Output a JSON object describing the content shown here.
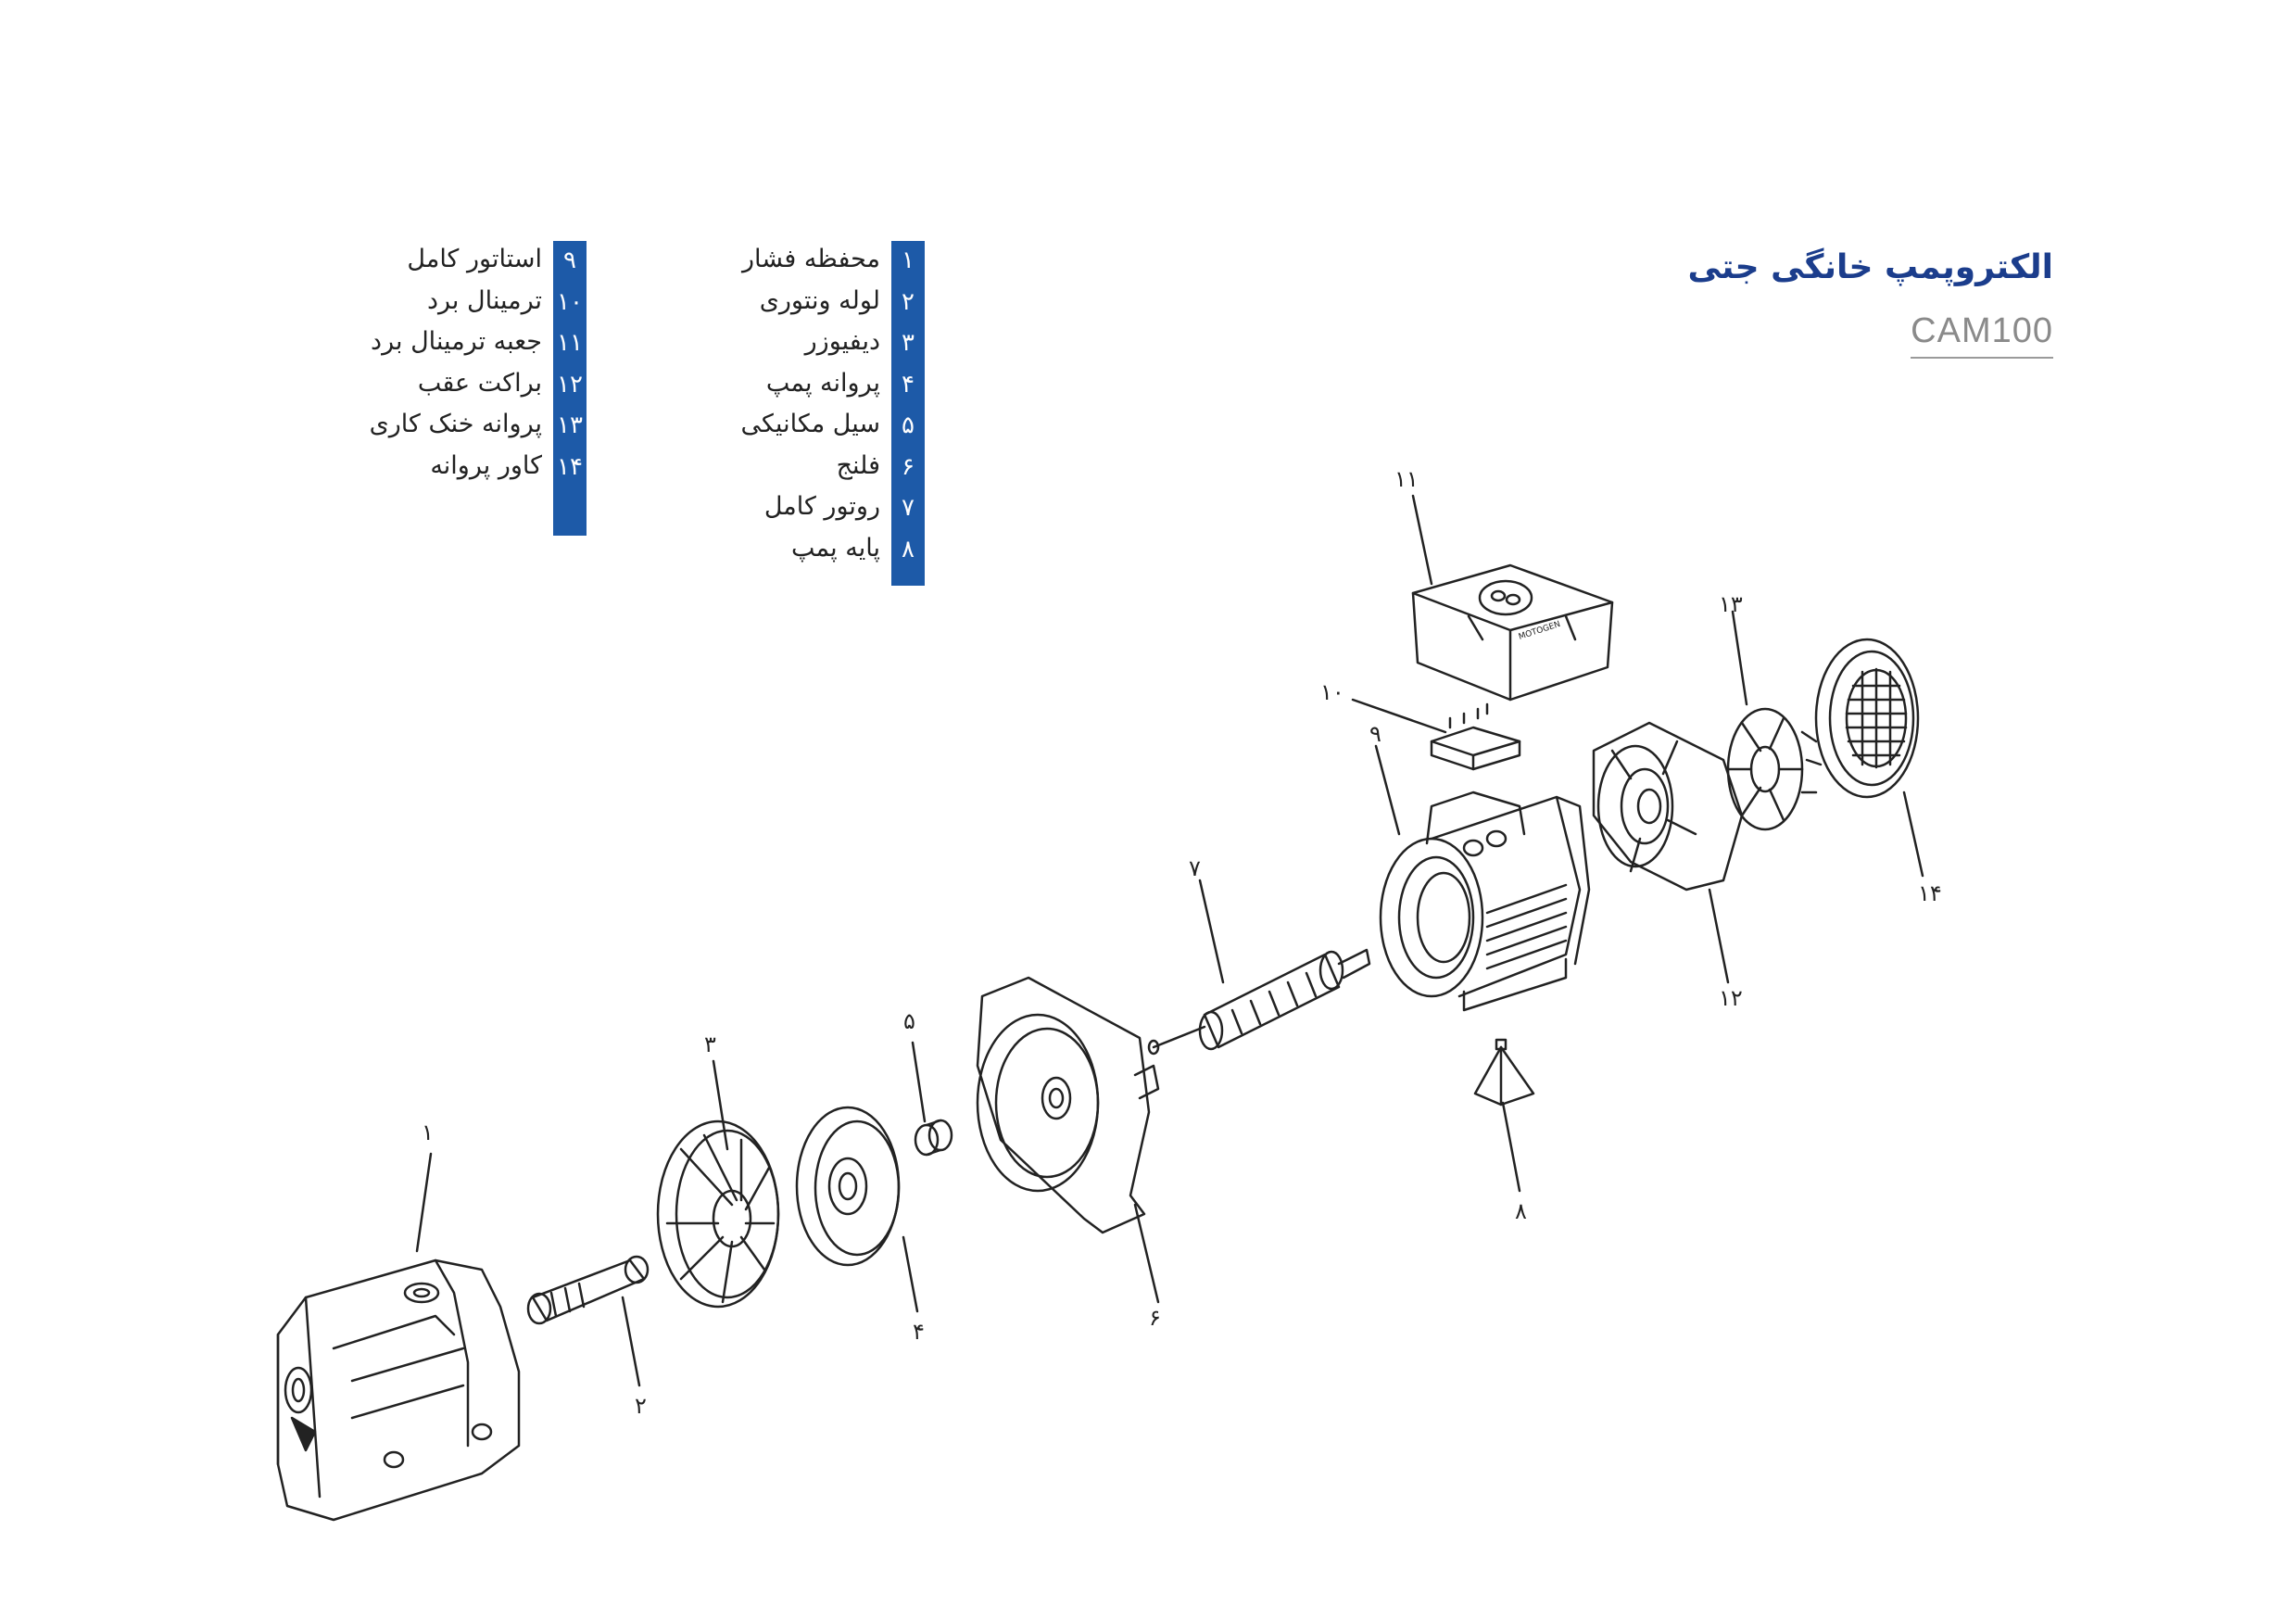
{
  "header": {
    "title": "الکتروپمپ خانگی جتی",
    "model": "CAM100"
  },
  "legend_a": [
    {
      "num": "۱",
      "label": "محفظه فشار"
    },
    {
      "num": "۲",
      "label": "لوله ونتوری"
    },
    {
      "num": "۳",
      "label": "دیفیوزر"
    },
    {
      "num": "۴",
      "label": "پروانه پمپ"
    },
    {
      "num": "۵",
      "label": "سیل مکانیکی"
    },
    {
      "num": "۶",
      "label": "فلنج"
    },
    {
      "num": "۷",
      "label": "روتور کامل"
    },
    {
      "num": "۸",
      "label": "پایه پمپ"
    }
  ],
  "legend_b": [
    {
      "num": "۹",
      "label": "استاتور کامل"
    },
    {
      "num": "۱۰",
      "label": "ترمینال برد"
    },
    {
      "num": "۱۱",
      "label": "جعبه ترمینال برد"
    },
    {
      "num": "۱۲",
      "label": "براکت عقب"
    },
    {
      "num": "۱۳",
      "label": "پروانه خنک کاری"
    },
    {
      "num": "۱۴",
      "label": "کاور پروانه"
    }
  ],
  "diagram": {
    "callouts": [
      "۱",
      "۲",
      "۳",
      "۴",
      "۵",
      "۶",
      "۷",
      "۸",
      "۹",
      "۱۰",
      "۱۱",
      "۱۲",
      "۱۳",
      "۱۴"
    ],
    "logo_text": "MOTOGEN",
    "colors": {
      "accent": "#1d5aa8",
      "title": "#1b3d8c",
      "line": "#222222"
    }
  }
}
